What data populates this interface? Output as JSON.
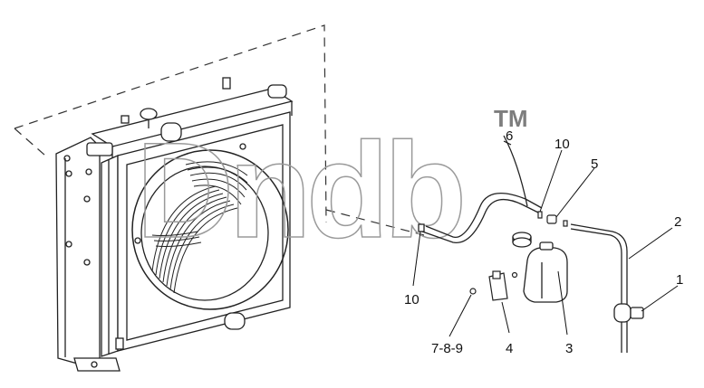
{
  "watermark": {
    "text": "Dndb",
    "trademark": "TM"
  },
  "callouts": {
    "c1": "1",
    "c2": "2",
    "c3": "3",
    "c4": "4",
    "c5": "5",
    "c6": "6",
    "c789": "7-8-9",
    "c10a": "10",
    "c10b": "10"
  }
}
